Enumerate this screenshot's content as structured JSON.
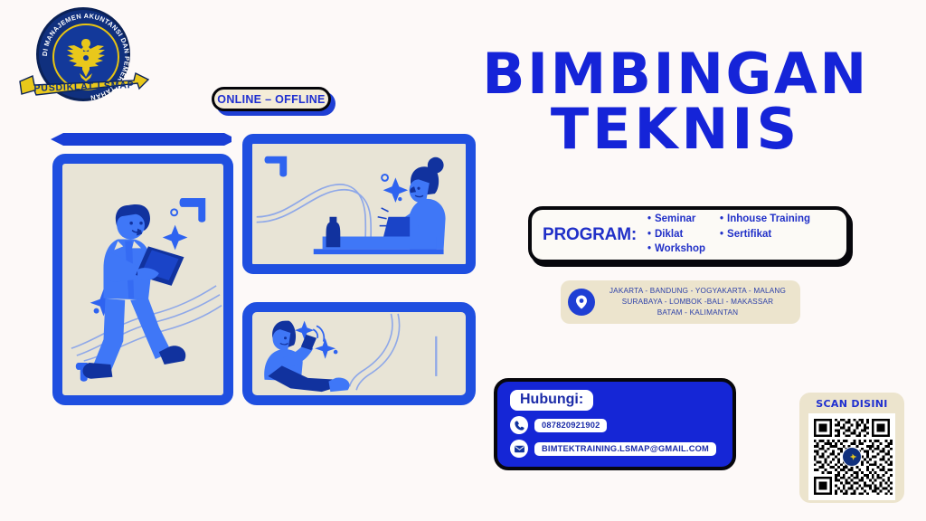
{
  "poster": {
    "background_color": "#fdf9f8",
    "accent_blue": "#1524d8",
    "beige": "#ece4cd",
    "panel_beige": "#e8e4d6",
    "gold": "#e8c412"
  },
  "logo": {
    "ring_text": "LEMBAGA STUDI MANAJEMEN AKUNTANSI DAN PEMERINTAHAN",
    "banner_text": "PUSDIKLAT LSMAP",
    "emblem_icon": "garuda-eagle-icon"
  },
  "badge": {
    "online_offline": "ONLINE – OFFLINE"
  },
  "title": {
    "line1": "BIMBINGAN",
    "line2": "TEKNIS"
  },
  "program": {
    "label": "PROGRAM:",
    "column1": [
      "Seminar",
      "Diklat",
      "Workshop"
    ],
    "column2": [
      "Inhouse Training",
      "Sertifikat"
    ],
    "bullet": "•"
  },
  "locations": {
    "pin_icon": "location-pin-icon",
    "lines": [
      "JAKARTA - BANDUNG - YOGYAKARTA - MALANG",
      "SURABAYA - LOMBOK -BALI - MAKASSAR",
      "BATAM - KALIMANTAN"
    ]
  },
  "contact": {
    "heading": "Hubungi:",
    "phone_icon": "phone-icon",
    "phone": "087820921902",
    "email_icon": "envelope-icon",
    "email": "BIMTEKTRAINING.LSMAP@GMAIL.COM"
  },
  "qr": {
    "title": "SCAN DISINI",
    "code_icon": "qr-code-icon",
    "center_logo_icon": "lsmap-logo-icon"
  },
  "illustrations": {
    "arrow_icon": "arrow-left-icon",
    "left_panel": "person-walking-with-tablet-illustration",
    "top_right_panel": "woman-working-on-laptop-illustration",
    "bottom_right_panel": "person-sitting-using-phone-illustration"
  }
}
